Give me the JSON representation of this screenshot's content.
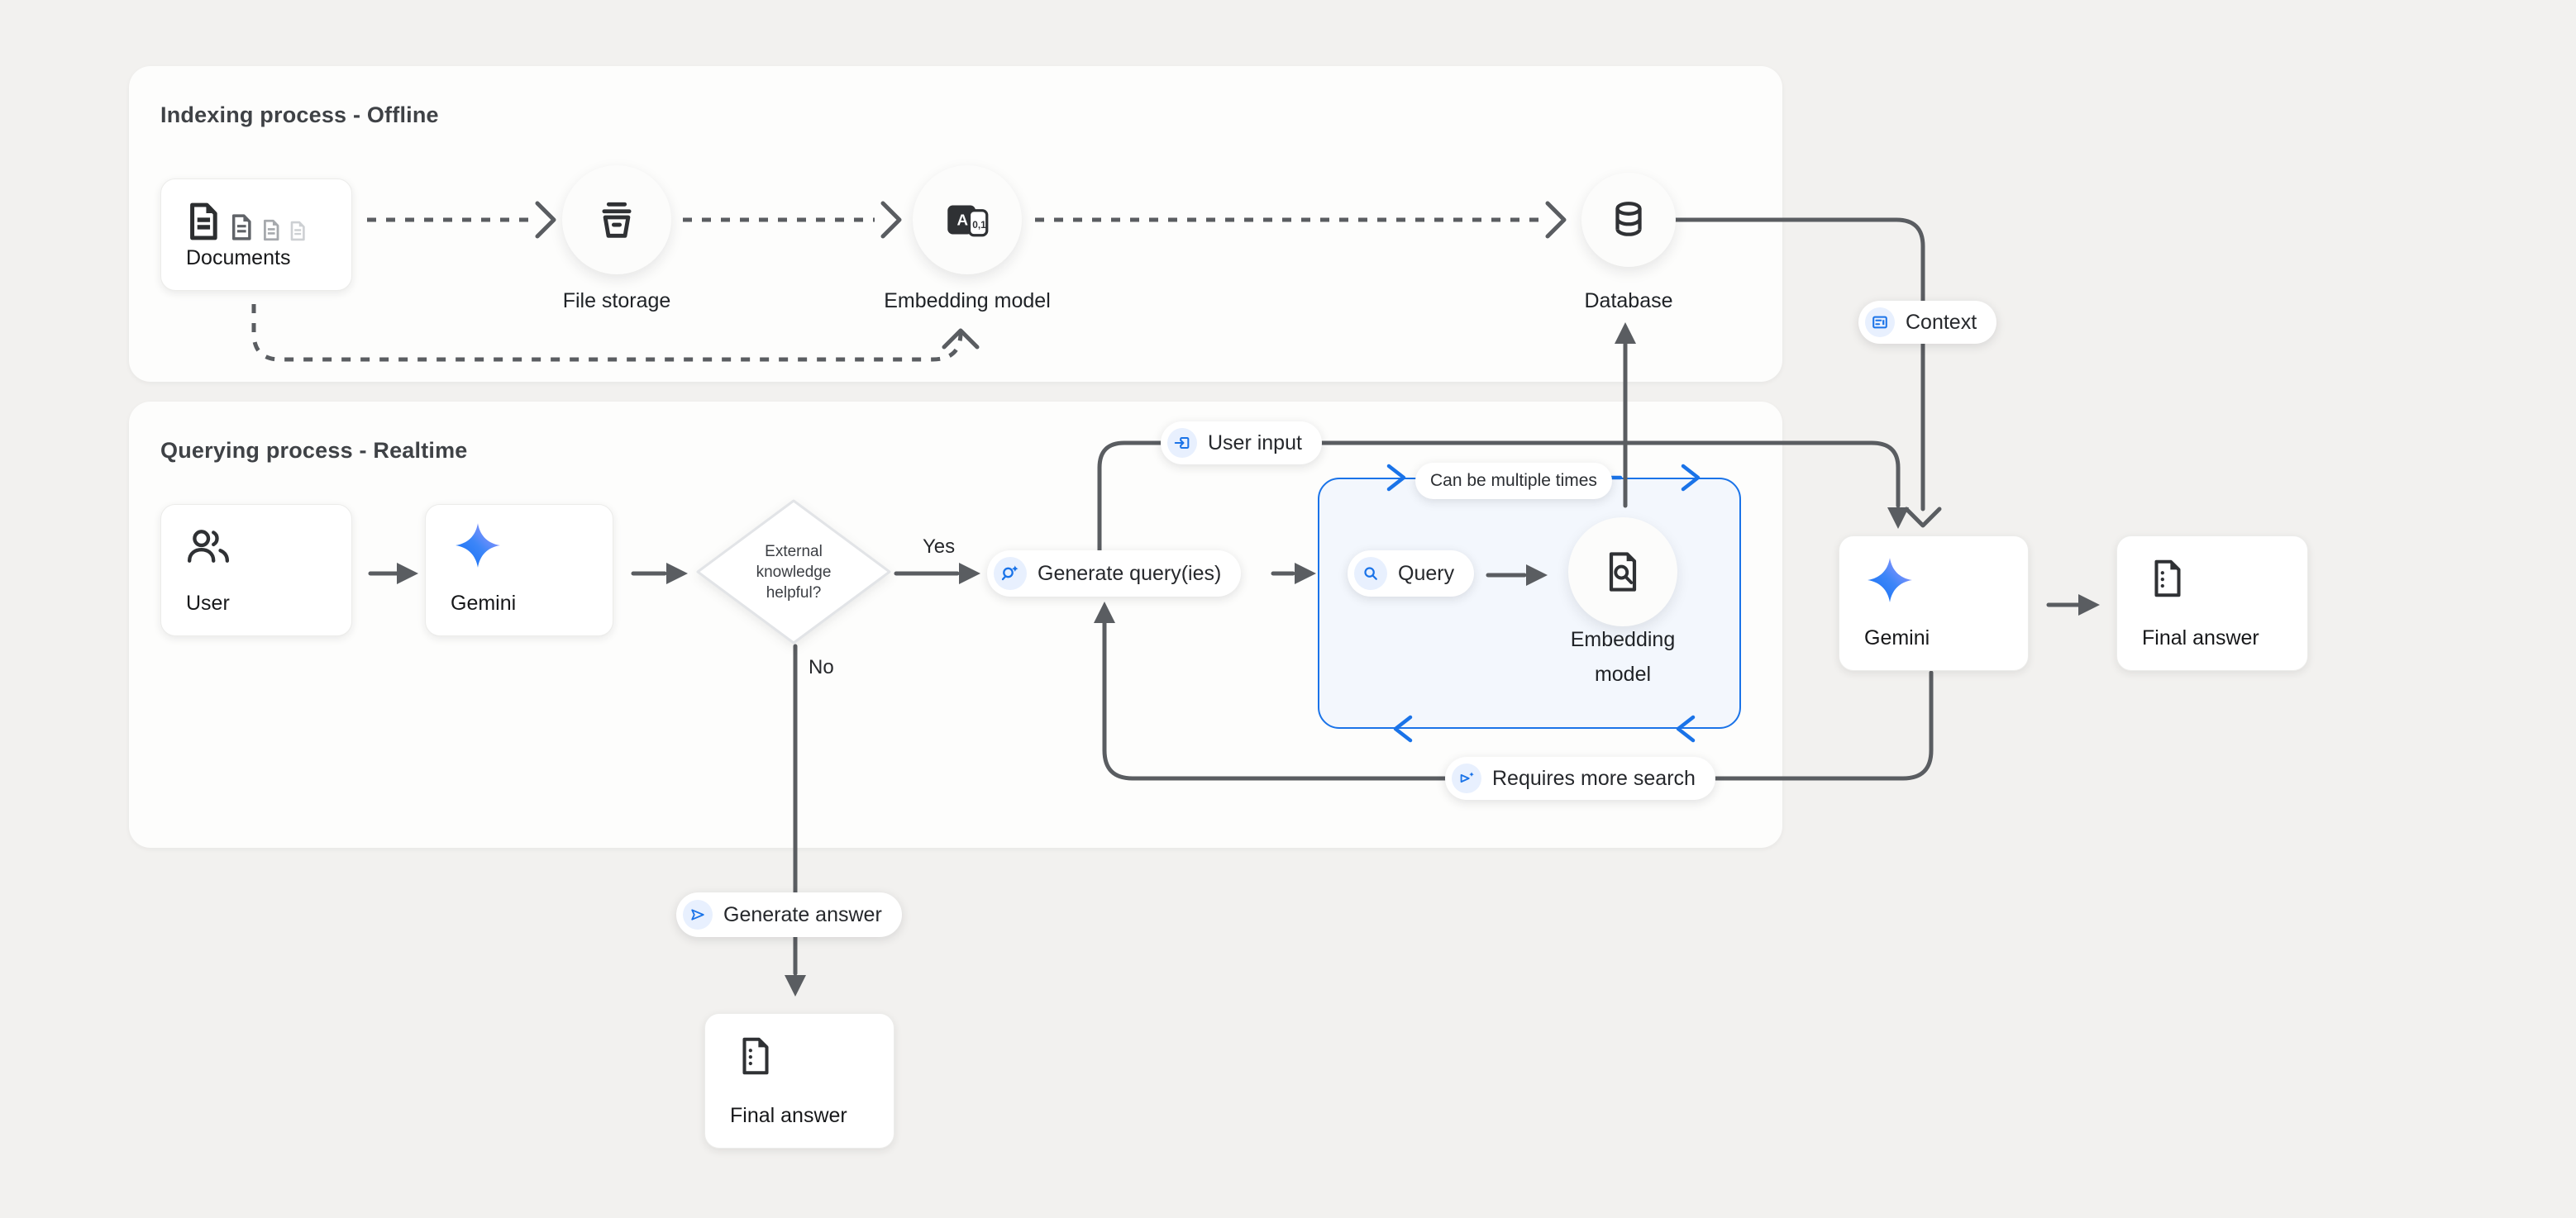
{
  "sections": {
    "indexing": {
      "title": "Indexing process - Offline"
    },
    "querying": {
      "title": "Querying process - Realtime"
    }
  },
  "nodes": {
    "documents": "Documents",
    "file_storage": "File storage",
    "embedding_model": "Embedding model",
    "database": "Database",
    "user": "User",
    "gemini": "Gemini",
    "generate_queries": "Generate query(ies)",
    "query": "Query",
    "embedding_model_loop_line1": "Embedding",
    "embedding_model_loop_line2": "model",
    "final_answer": "Final answer"
  },
  "decision": {
    "line1": "External",
    "line2": "knowledge",
    "line3": "helpful?",
    "yes": "Yes",
    "no": "No"
  },
  "tags": {
    "user_input": "User input",
    "context": "Context",
    "can_be_multiple_times": "Can be multiple times",
    "requires_more_search": "Requires more search",
    "generate_answer": "Generate answer"
  },
  "colors": {
    "accent_blue": "#1a73e8",
    "chip_background": "#e8f0fe",
    "loop_box_background": "#f3f7fd",
    "connector_gray": "#5a5d61",
    "page_background": "#f2f1ef",
    "panel_background": "#fdfdfc",
    "icon_dark": "#2f3134",
    "gemini_gradient_start": "#0e6cf4",
    "gemini_gradient_end": "#b49bff"
  }
}
